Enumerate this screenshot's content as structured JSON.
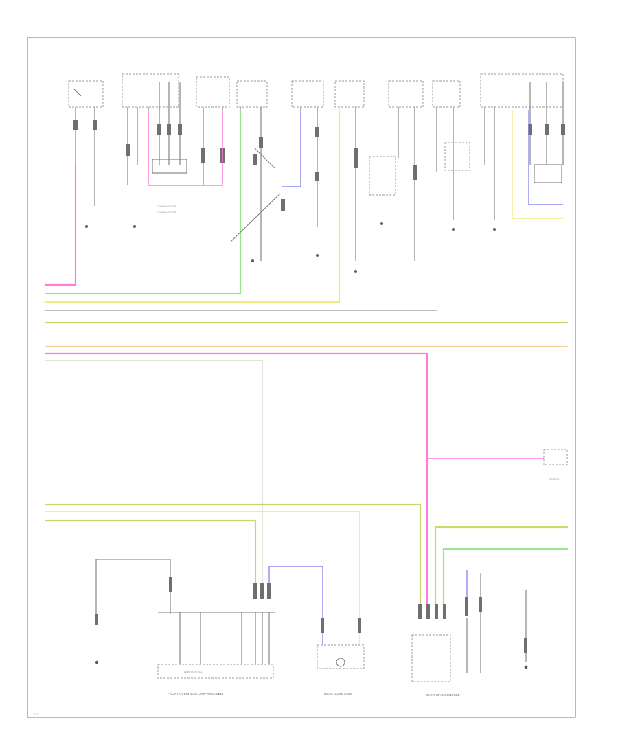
{
  "diagram": {
    "bus_colors": {
      "pink": "#ff7be0",
      "green": "#9be58a",
      "yellow": "#f2ea84",
      "olive": "#c8d96a",
      "orange": "#f5d49a",
      "blue": "#8c8cf2",
      "gray": "#bdbdbd"
    },
    "wires": [
      {
        "id": "pk-top",
        "color": "pink"
      },
      {
        "id": "gn-top",
        "color": "green"
      },
      {
        "id": "ye-top",
        "color": "yellow"
      },
      {
        "id": "ol-mid",
        "color": "olive"
      },
      {
        "id": "or-mid",
        "color": "orange"
      },
      {
        "id": "pk-mid",
        "color": "pink"
      },
      {
        "id": "gy-mid",
        "color": "gray"
      }
    ],
    "legend": {
      "line1": "2 DOOR MODELS",
      "line2": "4 DOOR MODELS"
    },
    "components": {
      "lamp_assembly": "FRONT OVERHEAD LAMP ASSEMBLY",
      "lamp_control": "LAMP CONTROL",
      "rear_dome": "REAR DOME LAMP",
      "overhead_console": "OVERHEAD CONSOLE",
      "sensor": "SENSOR"
    },
    "page_ref": "C-1"
  }
}
